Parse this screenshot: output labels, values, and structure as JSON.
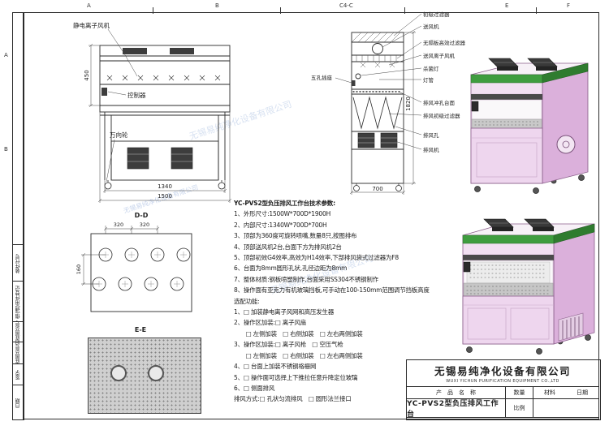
{
  "zones": {
    "top": [
      "A",
      "B",
      "C4-C",
      "E",
      "F"
    ],
    "left": [
      "A",
      "B"
    ]
  },
  "left_strip": {
    "cells": [
      "装件代号",
      "借(通)用件登记",
      "旧底图总号",
      "底图总号",
      "签字",
      "日期"
    ]
  },
  "front_view": {
    "label_ion_fan": "静电离子风机",
    "label_controller": "控制器",
    "label_caster": "万向轮",
    "dim_top_height": "450",
    "dim_inner_width": "1340",
    "dim_outer_width": "1500"
  },
  "side_view": {
    "labels_right": [
      "初级过滤器",
      "送风机",
      "无隔板高效过滤器",
      "送风离子风机",
      "杀菌灯",
      "灯管",
      "排风冲孔台面",
      "排风初级过滤器",
      "排风孔",
      "排风机"
    ],
    "label_left": "五孔插座",
    "dim_height": "1820",
    "dim_depth": "700"
  },
  "section_dd": {
    "title": "D-D",
    "dim_a": "320",
    "dim_b": "320",
    "dim_c": "160"
  },
  "section_ee": {
    "title": "E-E"
  },
  "specs": {
    "lines": [
      "YC-PVS2型负压排风工作台技术参数:",
      "1、外形尺寸:1500W*700D*1900H",
      "2、内部尺寸:1340W*700D*700H",
      "3、顶部为360度可旋转喷嘴,数量8只,按图排布",
      "4、顶部送风机2台,台面下方为排风机2台",
      "5、顶部初效G4效率,高效为H14效率,下部排风袋式过滤器为F8",
      "6、台面为8mm圆形孔状,孔径边距为8mm",
      "7、整体材质:钢板喷塑制作,台面采用SS304不锈钢制作",
      "8、操作面有亚克力有机玻璃挡板,可手动在100-150mm范围调节挡板高度",
      "选配功能:",
      "1、□ 加装静电离子风网和高压发生器",
      "2、操作区加装:□ 离子风扇",
      "　　□ 左侧加装　□ 右侧加装　□ 左右两侧加装",
      "3、操作区加装:□ 离子风枪　□ 空压气枪",
      "　　□ 左侧加装　□ 右侧加装　□ 左右两侧加装",
      "4、□ 台面上加装不锈钢格栅网",
      "5、□ 操作面可选择上下推拉任意升降定位玻璃",
      "6、□ 侧面排风",
      "排风方式:□ 孔状匀流排风　□ 圆形法兰接口"
    ]
  },
  "title_block": {
    "company_cn": "无锡易纯净化设备有限公司",
    "company_en": "WUXI YICHUN PURIFICATION EQUIPMENT CO.,LTD",
    "product_label": "产品名称",
    "qty_label": "数量",
    "material_label": "材料",
    "date_label": "日期",
    "product_name": "YC-PVS2型负压排风工作台",
    "scale_label": "比例"
  },
  "watermark": "无锡易纯净化设备有限公司"
}
